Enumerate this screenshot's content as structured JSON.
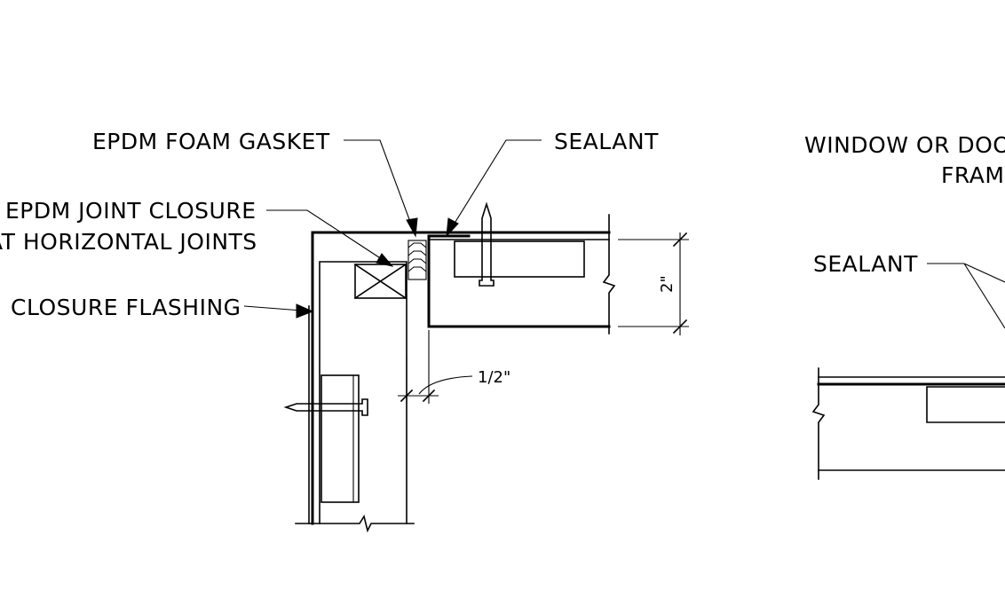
{
  "labels": {
    "epdm_foam_gasket": "EPDM FOAM GASKET",
    "sealant_top": "SEALANT",
    "epdm_joint_closure_line1": "EPDM JOINT CLOSURE",
    "epdm_joint_closure_line2": "AT HORIZONTAL JOINTS",
    "closure_flashing": "CLOSURE FLASHING",
    "window_frame_line1": "WINDOW OR DOOR",
    "window_frame_line2": "FRAME",
    "sealant_right": "SEALANT"
  },
  "dimensions": {
    "joint_width": "1/2\"",
    "panel_depth": "2\""
  }
}
